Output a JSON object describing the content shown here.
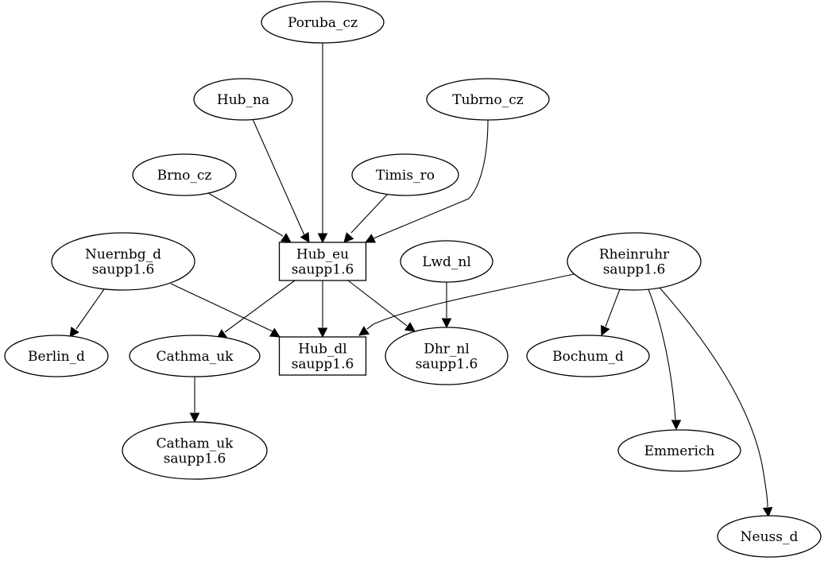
{
  "nodes": {
    "poruba_cz": {
      "lines": [
        "Poruba_cz"
      ]
    },
    "hub_na": {
      "lines": [
        "Hub_na"
      ]
    },
    "tubrno_cz": {
      "lines": [
        "Tubrno_cz"
      ]
    },
    "brno_cz": {
      "lines": [
        "Brno_cz"
      ]
    },
    "timis_ro": {
      "lines": [
        "Timis_ro"
      ]
    },
    "hub_eu": {
      "lines": [
        "Hub_eu",
        "saupp1.6"
      ]
    },
    "nuernbg_d": {
      "lines": [
        "Nuernbg_d",
        "saupp1.6"
      ]
    },
    "lwd_nl": {
      "lines": [
        "Lwd_nl"
      ]
    },
    "rheinruhr": {
      "lines": [
        "Rheinruhr",
        "saupp1.6"
      ]
    },
    "berlin_d": {
      "lines": [
        "Berlin_d"
      ]
    },
    "cathma_uk": {
      "lines": [
        "Cathma_uk"
      ]
    },
    "hub_dl": {
      "lines": [
        "Hub_dl",
        "saupp1.6"
      ]
    },
    "dhr_nl": {
      "lines": [
        "Dhr_nl",
        "saupp1.6"
      ]
    },
    "bochum_d": {
      "lines": [
        "Bochum_d"
      ]
    },
    "catham_uk": {
      "lines": [
        "Catham_uk",
        "saupp1.6"
      ]
    },
    "emmerich": {
      "lines": [
        "Emmerich"
      ]
    },
    "neuss_d": {
      "lines": [
        "Neuss_d"
      ]
    }
  },
  "edges": [
    {
      "from": "poruba_cz",
      "to": "hub_eu"
    },
    {
      "from": "hub_na",
      "to": "hub_eu"
    },
    {
      "from": "brno_cz",
      "to": "hub_eu"
    },
    {
      "from": "timis_ro",
      "to": "hub_eu"
    },
    {
      "from": "tubrno_cz",
      "to": "hub_eu"
    },
    {
      "from": "nuernbg_d",
      "to": "berlin_d"
    },
    {
      "from": "nuernbg_d",
      "to": "hub_dl"
    },
    {
      "from": "hub_eu",
      "to": "cathma_uk"
    },
    {
      "from": "hub_eu",
      "to": "hub_dl"
    },
    {
      "from": "hub_eu",
      "to": "dhr_nl"
    },
    {
      "from": "lwd_nl",
      "to": "dhr_nl"
    },
    {
      "from": "rheinruhr",
      "to": "hub_dl"
    },
    {
      "from": "rheinruhr",
      "to": "bochum_d"
    },
    {
      "from": "rheinruhr",
      "to": "emmerich"
    },
    {
      "from": "rheinruhr",
      "to": "neuss_d"
    },
    {
      "from": "cathma_uk",
      "to": "catham_uk"
    }
  ]
}
